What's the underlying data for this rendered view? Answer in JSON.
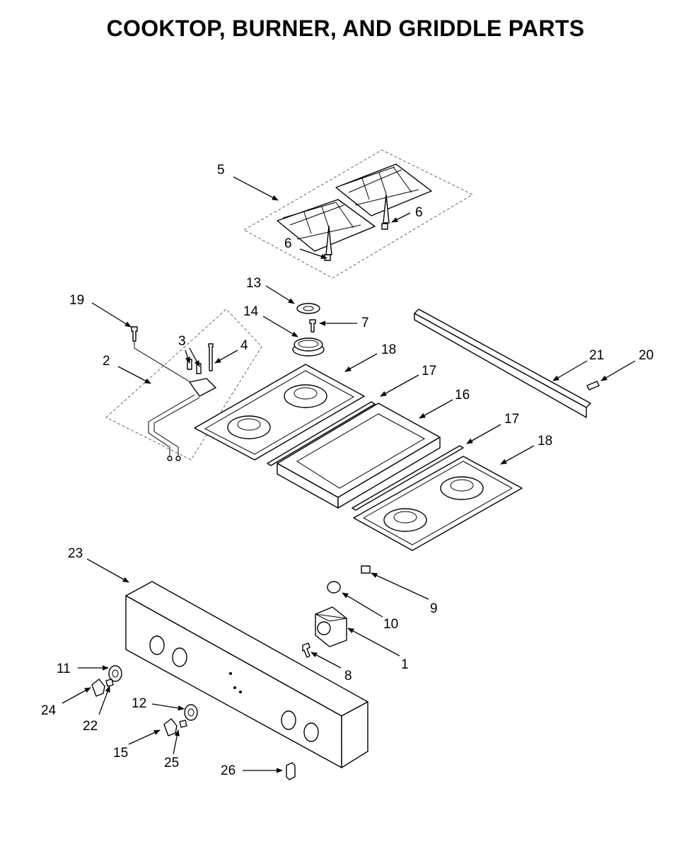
{
  "title": "COOKTOP, BURNER, AND GRIDDLE PARTS",
  "callouts": [
    "5",
    "6",
    "6",
    "13",
    "19",
    "14",
    "7",
    "3",
    "4",
    "18",
    "2",
    "17",
    "16",
    "21",
    "20",
    "17",
    "18",
    "23",
    "9",
    "10",
    "1",
    "8",
    "11",
    "24",
    "22",
    "12",
    "15",
    "25",
    "26"
  ]
}
